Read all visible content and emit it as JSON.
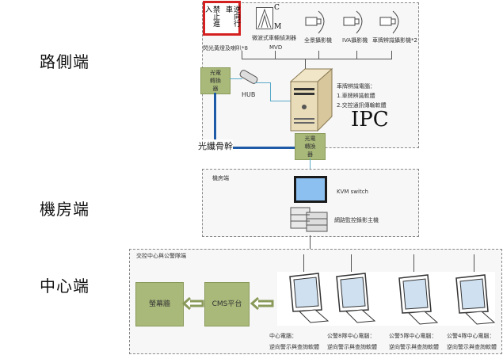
{
  "zones": {
    "roadside": "路側端",
    "machine_room": "機房端",
    "center": "中心端"
  },
  "roadside": {
    "sign": {
      "col_left": "禁止進入",
      "col_right": "逆向行車"
    },
    "sign_label": "閃光黃燈及喇叭*8",
    "mvd": {
      "label": "微波式車輛偵測器",
      "abbr": "MVD",
      "c": "C",
      "m": "M"
    },
    "cameras": [
      "全景攝影機",
      "IVA攝影機",
      "車牌辨識攝影機*2"
    ],
    "converter": "光電轉換器",
    "hub": "HUB",
    "ipc_desc": [
      "車牌辨識電腦：",
      "1.車牌辨識軟體",
      "2.交控通訊傳輸軟體"
    ],
    "ipc": "IPC"
  },
  "backbone": {
    "label": "光纖骨幹",
    "converter": "光電轉換器"
  },
  "room": {
    "title": "機房端",
    "kvm": "KVM switch",
    "nvr": "網路監控錄影主機"
  },
  "center": {
    "title": "交控中心與公警隊端",
    "wall": "螢幕牆",
    "cms": "CMS平台",
    "computers": [
      {
        "name": "中心電腦：",
        "desc": "逆向警示與查詢軟體"
      },
      {
        "name": "公警8隊中心電腦：",
        "desc": "逆向警示與查詢軟體"
      },
      {
        "name": "公警5隊中心電腦：",
        "desc": "逆向警示與查詢軟體"
      },
      {
        "name": "公警4隊中心電腦：",
        "desc": "逆向警示與查詢軟體"
      }
    ]
  },
  "colors": {
    "sign_border": "#d42020",
    "box_green": "#a9b97a",
    "fiber": "#1f5aa6",
    "cable": "#5aa9c8"
  }
}
